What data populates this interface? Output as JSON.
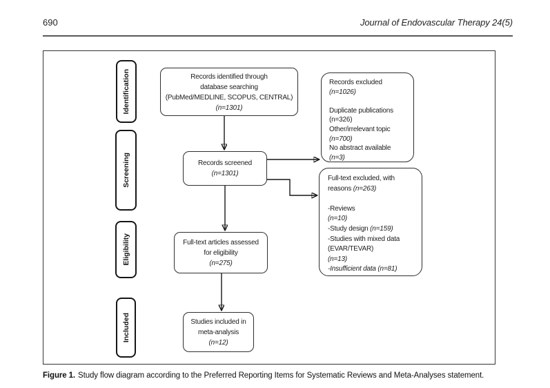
{
  "header": {
    "page_number": "690",
    "journal_title": "Journal of Endovascular Therapy 24(5)"
  },
  "caption": {
    "label": "Figure 1.",
    "text": "Study flow diagram according to the Preferred Reporting Items for Systematic Reviews and Meta-Analyses statement."
  },
  "diagram": {
    "stages": [
      "Identification",
      "Screening",
      "Eligibility",
      "Included"
    ],
    "boxes": {
      "identified": {
        "align": "center",
        "lines": [
          [
            {
              "t": "Records identified through"
            }
          ],
          [
            {
              "t": "database searching"
            }
          ],
          [
            {
              "t": "(PubMed/MEDLINE, SCOPUS, CENTRAL)"
            }
          ],
          [
            {
              "t": "(n=1301)",
              "i": true
            }
          ]
        ]
      },
      "screened": {
        "align": "center",
        "lines": [
          [
            {
              "t": "Records screened"
            }
          ],
          [
            {
              "t": "(n=1301)",
              "i": true
            }
          ]
        ]
      },
      "fulltext_assessed": {
        "align": "center",
        "lines": [
          [
            {
              "t": "Full-text articles assessed"
            }
          ],
          [
            {
              "t": "for eligibility"
            }
          ],
          [
            {
              "t": "(n=275)",
              "i": true
            }
          ]
        ]
      },
      "included": {
        "align": "center",
        "lines": [
          [
            {
              "t": "Studies included in"
            }
          ],
          [
            {
              "t": "meta-analysis"
            }
          ],
          [
            {
              "t": "(n=12)",
              "i": true
            }
          ]
        ]
      },
      "records_excluded": {
        "align": "left",
        "lines": [
          [
            {
              "t": "Records excluded"
            }
          ],
          [
            {
              "t": "(n=1026)",
              "i": true
            }
          ],
          [],
          [
            {
              "t": "Duplicate publications"
            }
          ],
          [
            {
              "t": "(n=326)"
            }
          ],
          [
            {
              "t": "Other/irrelevant topic"
            }
          ],
          [
            {
              "t": "(n=700)",
              "i": true
            }
          ],
          [
            {
              "t": "No abstract available"
            }
          ],
          [
            {
              "t": "(n=3)",
              "i": true
            }
          ]
        ]
      },
      "fulltext_excluded": {
        "align": "left",
        "lines": [
          [
            {
              "t": "Full-text excluded, with"
            }
          ],
          [
            {
              "t": "reasons "
            },
            {
              "t": "(n=263)",
              "i": true
            }
          ],
          [],
          [
            {
              "t": "-Reviews"
            }
          ],
          [
            {
              "t": "(n=10)",
              "i": true
            }
          ],
          [
            {
              "t": "-Study design "
            },
            {
              "t": "(n=159)",
              "i": true
            }
          ],
          [
            {
              "t": "-Studies with mixed data"
            }
          ],
          [
            {
              "t": "(EVAR/TEVAR)"
            }
          ],
          [
            {
              "t": "(n=13)",
              "i": true
            }
          ],
          [
            {
              "t": "-Insufficient data (n=81)",
              "i": true
            }
          ]
        ]
      }
    }
  }
}
